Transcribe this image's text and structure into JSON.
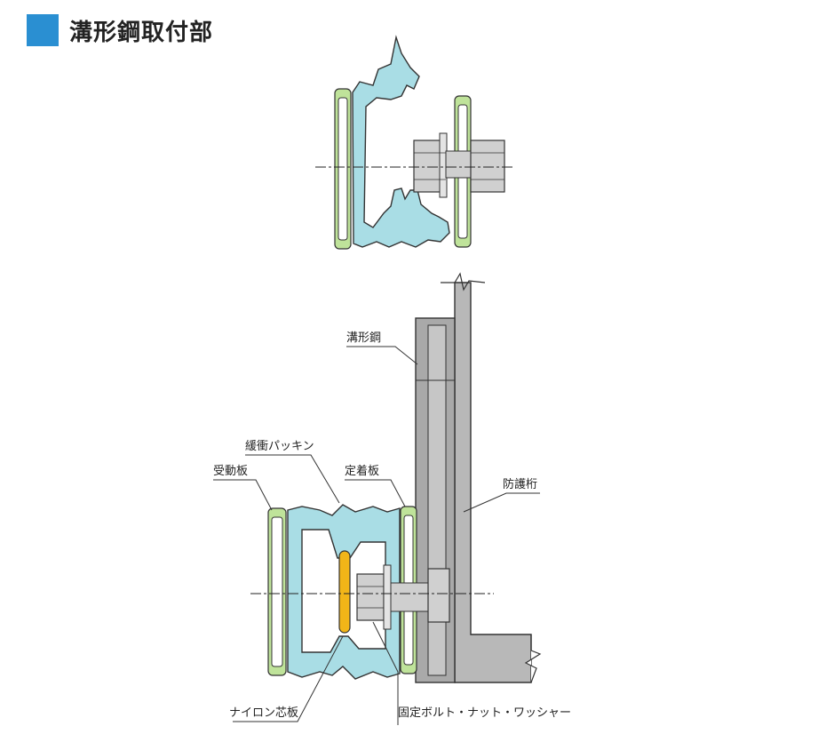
{
  "title": "溝形鋼取付部",
  "labels": {
    "channel_steel": "溝形鋼",
    "buffer_packing": "緩衝パッキン",
    "receiving_plate": "受動板",
    "fixing_plate": "定着板",
    "protection_beam": "防護桁",
    "nylon_core": "ナイロン芯板",
    "fixing_bolt": "固定ボルト・ナット・ワッシャー"
  },
  "colors": {
    "title_square": "#2a8fd2",
    "packing_fill": "#a9dde5",
    "plate_fill": "#bfe39a",
    "plate_stroke": "#5f9e3a",
    "steel_fill": "#b3b3b3",
    "nylon_fill": "#f2b518",
    "bolt_fill": "#d0d0d0"
  }
}
